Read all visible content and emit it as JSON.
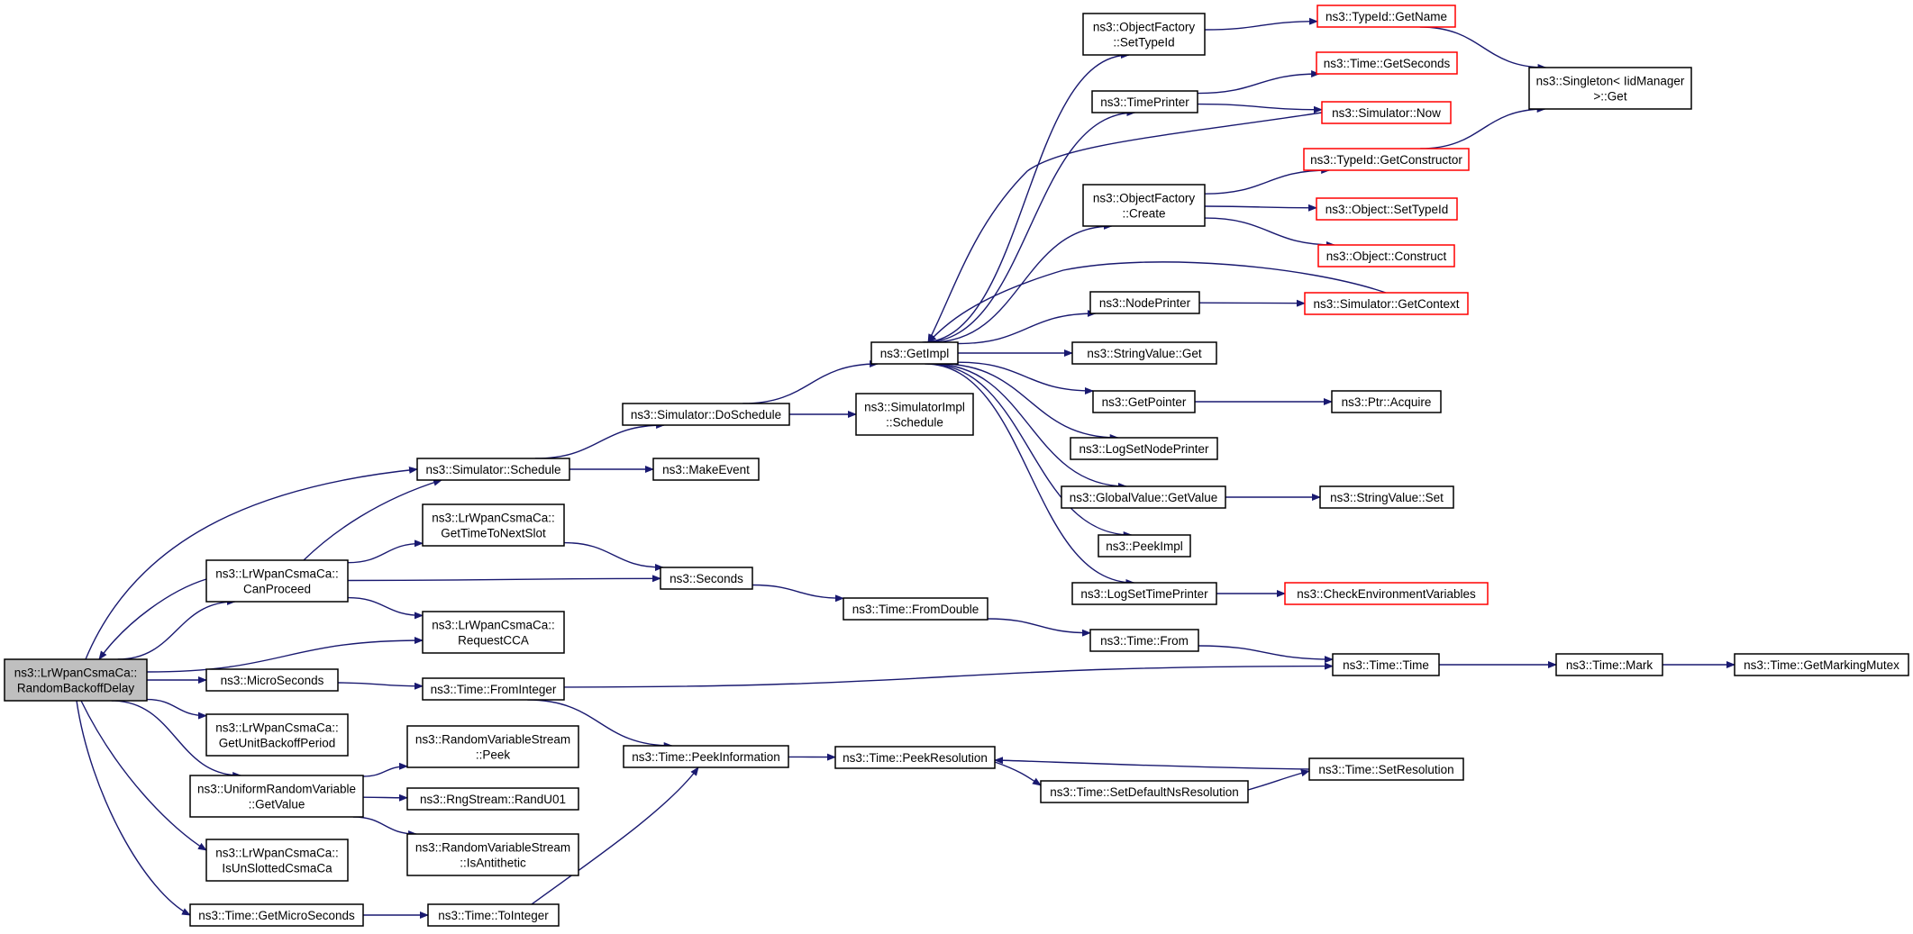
{
  "diagram": {
    "colors": {
      "edge": "#191970",
      "box_border_normal": "#000000",
      "box_border_truncated": "#ff0000",
      "root_fill": "#bfbfbf",
      "box_fill": "#ffffff"
    },
    "nodes": [
      {
        "id": "rbd",
        "lines": [
          "ns3::LrWpanCsmaCa::",
          "RandomBackoffDelay"
        ],
        "style": "root"
      },
      {
        "id": "sched",
        "lines": [
          "ns3::Simulator::Schedule"
        ],
        "style": "normal"
      },
      {
        "id": "canp",
        "lines": [
          "ns3::LrWpanCsmaCa::",
          "CanProceed"
        ],
        "style": "normal"
      },
      {
        "id": "gttns",
        "lines": [
          "ns3::LrWpanCsmaCa::",
          "GetTimeToNextSlot"
        ],
        "style": "normal"
      },
      {
        "id": "rcca",
        "lines": [
          "ns3::LrWpanCsmaCa::",
          "RequestCCA"
        ],
        "style": "normal"
      },
      {
        "id": "micro",
        "lines": [
          "ns3::MicroSeconds"
        ],
        "style": "normal"
      },
      {
        "id": "gubp",
        "lines": [
          "ns3::LrWpanCsmaCa::",
          "GetUnitBackoffPeriod"
        ],
        "style": "normal"
      },
      {
        "id": "urvgv",
        "lines": [
          "ns3::UniformRandomVariable",
          "::GetValue"
        ],
        "style": "normal"
      },
      {
        "id": "iuscc",
        "lines": [
          "ns3::LrWpanCsmaCa::",
          "IsUnSlottedCsmaCa"
        ],
        "style": "normal"
      },
      {
        "id": "gms",
        "lines": [
          "ns3::Time::GetMicroSeconds"
        ],
        "style": "normal"
      },
      {
        "id": "dosch",
        "lines": [
          "ns3::Simulator::DoSchedule"
        ],
        "style": "normal"
      },
      {
        "id": "mkev",
        "lines": [
          "ns3::MakeEvent"
        ],
        "style": "normal"
      },
      {
        "id": "secs",
        "lines": [
          "ns3::Seconds"
        ],
        "style": "normal"
      },
      {
        "id": "fromint",
        "lines": [
          "ns3::Time::FromInteger"
        ],
        "style": "normal"
      },
      {
        "id": "rvspeek",
        "lines": [
          "ns3::RandomVariableStream",
          "::Peek"
        ],
        "style": "normal"
      },
      {
        "id": "randu",
        "lines": [
          "ns3::RngStream::RandU01"
        ],
        "style": "normal"
      },
      {
        "id": "isanti",
        "lines": [
          "ns3::RandomVariableStream",
          "::IsAntithetic"
        ],
        "style": "normal"
      },
      {
        "id": "toint",
        "lines": [
          "ns3::Time::ToInteger"
        ],
        "style": "normal"
      },
      {
        "id": "getimpl",
        "lines": [
          "ns3::GetImpl"
        ],
        "style": "normal"
      },
      {
        "id": "simimplsch",
        "lines": [
          "ns3::SimulatorImpl",
          "::Schedule"
        ],
        "style": "normal"
      },
      {
        "id": "fromdbl",
        "lines": [
          "ns3::Time::FromDouble"
        ],
        "style": "normal"
      },
      {
        "id": "peekinfo",
        "lines": [
          "ns3::Time::PeekInformation"
        ],
        "style": "normal"
      },
      {
        "id": "peekres",
        "lines": [
          "ns3::Time::PeekResolution"
        ],
        "style": "normal"
      },
      {
        "id": "ofset",
        "lines": [
          "ns3::ObjectFactory",
          "::SetTypeId"
        ],
        "style": "normal"
      },
      {
        "id": "tprinter",
        "lines": [
          "ns3::TimePrinter"
        ],
        "style": "normal"
      },
      {
        "id": "ofcreate",
        "lines": [
          "ns3::ObjectFactory",
          "::Create"
        ],
        "style": "normal"
      },
      {
        "id": "nprinter",
        "lines": [
          "ns3::NodePrinter"
        ],
        "style": "normal"
      },
      {
        "id": "svget",
        "lines": [
          "ns3::StringValue::Get"
        ],
        "style": "normal"
      },
      {
        "id": "getptr",
        "lines": [
          "ns3::GetPointer"
        ],
        "style": "normal"
      },
      {
        "id": "lsnp",
        "lines": [
          "ns3::LogSetNodePrinter"
        ],
        "style": "normal"
      },
      {
        "id": "gvgv",
        "lines": [
          "ns3::GlobalValue::GetValue"
        ],
        "style": "normal"
      },
      {
        "id": "peekimpl",
        "lines": [
          "ns3::PeekImpl"
        ],
        "style": "normal"
      },
      {
        "id": "lstp",
        "lines": [
          "ns3::LogSetTimePrinter"
        ],
        "style": "normal"
      },
      {
        "id": "tfrom",
        "lines": [
          "ns3::Time::From"
        ],
        "style": "normal"
      },
      {
        "id": "sdnr",
        "lines": [
          "ns3::Time::SetDefaultNsResolution"
        ],
        "style": "normal"
      },
      {
        "id": "tidname",
        "lines": [
          "ns3::TypeId::GetName"
        ],
        "style": "truncated"
      },
      {
        "id": "tgsec",
        "lines": [
          "ns3::Time::GetSeconds"
        ],
        "style": "truncated"
      },
      {
        "id": "snow",
        "lines": [
          "ns3::Simulator::Now"
        ],
        "style": "truncated"
      },
      {
        "id": "tidctor",
        "lines": [
          "ns3::TypeId::GetConstructor"
        ],
        "style": "truncated"
      },
      {
        "id": "osettid",
        "lines": [
          "ns3::Object::SetTypeId"
        ],
        "style": "truncated"
      },
      {
        "id": "oconst",
        "lines": [
          "ns3::Object::Construct"
        ],
        "style": "truncated"
      },
      {
        "id": "sgctx",
        "lines": [
          "ns3::Simulator::GetContext"
        ],
        "style": "truncated"
      },
      {
        "id": "pacq",
        "lines": [
          "ns3::Ptr::Acquire"
        ],
        "style": "normal"
      },
      {
        "id": "svset",
        "lines": [
          "ns3::StringValue::Set"
        ],
        "style": "normal"
      },
      {
        "id": "cenv",
        "lines": [
          "ns3::CheckEnvironmentVariables"
        ],
        "style": "truncated"
      },
      {
        "id": "ttime",
        "lines": [
          "ns3::Time::Time"
        ],
        "style": "normal"
      },
      {
        "id": "setres",
        "lines": [
          "ns3::Time::SetResolution"
        ],
        "style": "normal"
      },
      {
        "id": "singl",
        "lines": [
          "ns3::Singleton< IidManager",
          "  >::Get"
        ],
        "style": "normal"
      },
      {
        "id": "tmark",
        "lines": [
          "ns3::Time::Mark"
        ],
        "style": "normal"
      },
      {
        "id": "tgmm",
        "lines": [
          "ns3::Time::GetMarkingMutex"
        ],
        "style": "normal"
      }
    ],
    "edges": [
      [
        "rbd",
        "sched"
      ],
      [
        "rbd",
        "canp"
      ],
      [
        "rbd",
        "rcca"
      ],
      [
        "rbd",
        "micro"
      ],
      [
        "rbd",
        "gubp"
      ],
      [
        "rbd",
        "urvgv"
      ],
      [
        "rbd",
        "iuscc"
      ],
      [
        "rbd",
        "gms"
      ],
      [
        "canp",
        "rbd"
      ],
      [
        "canp",
        "sched"
      ],
      [
        "canp",
        "gttns"
      ],
      [
        "canp",
        "secs"
      ],
      [
        "canp",
        "rcca"
      ],
      [
        "gttns",
        "secs"
      ],
      [
        "sched",
        "dosch"
      ],
      [
        "sched",
        "mkev"
      ],
      [
        "dosch",
        "getimpl"
      ],
      [
        "dosch",
        "simimplsch"
      ],
      [
        "micro",
        "fromint"
      ],
      [
        "fromint",
        "ttime"
      ],
      [
        "fromint",
        "peekinfo"
      ],
      [
        "urvgv",
        "rvspeek"
      ],
      [
        "urvgv",
        "randu"
      ],
      [
        "urvgv",
        "isanti"
      ],
      [
        "gms",
        "toint"
      ],
      [
        "toint",
        "peekinfo"
      ],
      [
        "secs",
        "fromdbl"
      ],
      [
        "fromdbl",
        "tfrom"
      ],
      [
        "tfrom",
        "ttime"
      ],
      [
        "peekinfo",
        "peekres"
      ],
      [
        "peekres",
        "sdnr"
      ],
      [
        "sdnr",
        "setres"
      ],
      [
        "setres",
        "peekres"
      ],
      [
        "getimpl",
        "ofset"
      ],
      [
        "getimpl",
        "tprinter"
      ],
      [
        "getimpl",
        "ofcreate"
      ],
      [
        "getimpl",
        "nprinter"
      ],
      [
        "getimpl",
        "svget"
      ],
      [
        "getimpl",
        "getptr"
      ],
      [
        "getimpl",
        "lsnp"
      ],
      [
        "getimpl",
        "gvgv"
      ],
      [
        "getimpl",
        "peekimpl"
      ],
      [
        "getimpl",
        "lstp"
      ],
      [
        "ofset",
        "tidname"
      ],
      [
        "tprinter",
        "tgsec"
      ],
      [
        "tprinter",
        "snow"
      ],
      [
        "snow",
        "getimpl"
      ],
      [
        "ofcreate",
        "tidctor"
      ],
      [
        "ofcreate",
        "osettid"
      ],
      [
        "ofcreate",
        "oconst"
      ],
      [
        "nprinter",
        "sgctx"
      ],
      [
        "sgctx",
        "getimpl"
      ],
      [
        "getptr",
        "pacq"
      ],
      [
        "gvgv",
        "svset"
      ],
      [
        "lstp",
        "cenv"
      ],
      [
        "tidname",
        "singl"
      ],
      [
        "tidctor",
        "singl"
      ],
      [
        "ttime",
        "tmark"
      ],
      [
        "tmark",
        "tgmm"
      ]
    ]
  }
}
